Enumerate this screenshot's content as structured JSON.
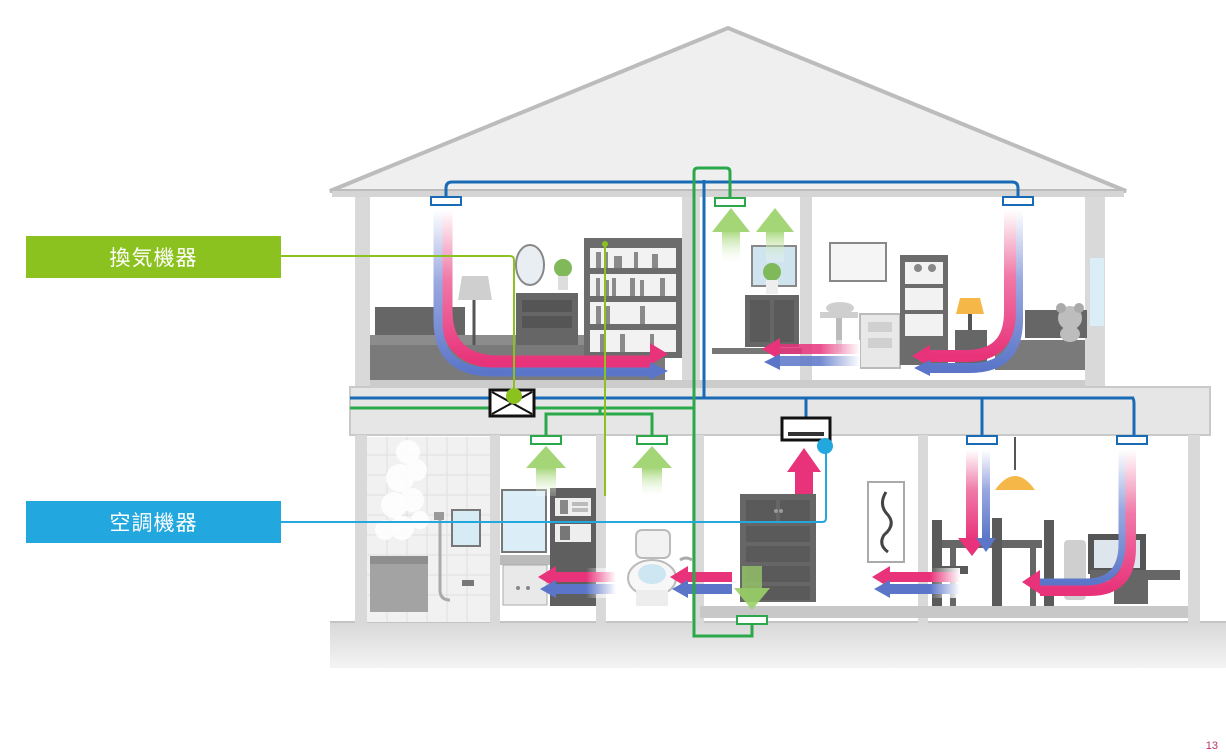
{
  "labels": {
    "ventilation": "換気機器",
    "air_conditioning": "空調機器"
  },
  "page_number": "13",
  "colors": {
    "ventilation_label_bg": "#8cc21f",
    "air_conditioning_label_bg": "#22a7de",
    "supply_duct": "#1a6bb5",
    "exhaust_duct": "#2aa84a",
    "warm_air": "#e8337a",
    "cool_air": "#5b76c9",
    "fresh_air_arrow": "#9bd26a",
    "house_gray": "#d9d9d9"
  }
}
